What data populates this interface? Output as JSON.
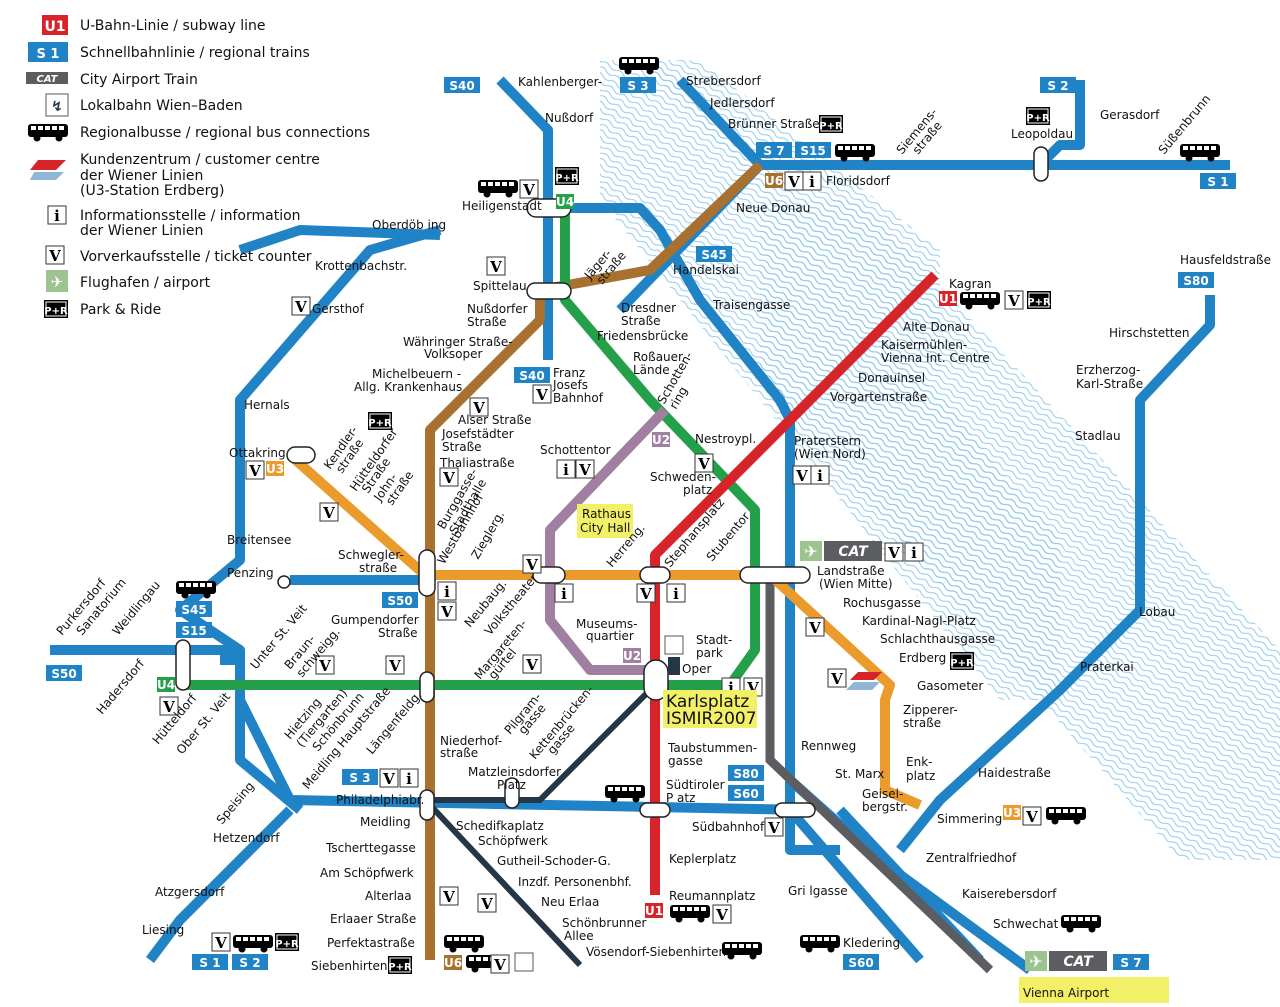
{
  "legend": {
    "items": [
      {
        "icon": "u-bahn-badge",
        "badge": "U1",
        "label": "U-Bahn-Linie / subway line"
      },
      {
        "icon": "s-bahn-badge",
        "badge": "1",
        "label": "Schnellbahnlinie / regional trains"
      },
      {
        "icon": "cat-badge",
        "badge": "CAT",
        "label": "City Airport Train"
      },
      {
        "icon": "lokalbahn-icon",
        "badge": "",
        "label": "Lokalbahn Wien–Baden"
      },
      {
        "icon": "bus-icon",
        "badge": "",
        "label": "Regionalbusse / regional bus connections"
      },
      {
        "icon": "customer-centre-icon",
        "badge": "",
        "label": "Kundenzentrum  / customer centre\nder Wiener Linien\n(U3-Station Erdberg)"
      },
      {
        "icon": "info-icon",
        "badge": "i",
        "label": "Informationsstelle / information\nder Wiener Linien"
      },
      {
        "icon": "ticket-icon",
        "badge": "V",
        "label": "Vorverkaufsstelle / ticket counter"
      },
      {
        "icon": "airport-icon",
        "badge": "",
        "label": "Flughafen / airport"
      },
      {
        "icon": "park-ride-icon",
        "badge": "P+R",
        "label": "Park & Ride"
      }
    ]
  },
  "colors": {
    "s_bahn": "#1f83c6",
    "u1": "#d7232a",
    "u2": "#a07fa0",
    "u3": "#eb9a2c",
    "u4": "#23a049",
    "u6": "#a8712f",
    "wlb": "#253646",
    "cat": "#5b5d60",
    "river": "#7fbfe6",
    "highlight": "#f2f066"
  },
  "lines": {
    "s_badges": [
      "40",
      "3",
      "7",
      "15",
      "2",
      "1",
      "45",
      "40",
      "80",
      "50",
      "45",
      "15",
      "50",
      "3",
      "80",
      "60",
      "1",
      "2",
      "60",
      "7"
    ],
    "u_badges": [
      "U1",
      "U2",
      "U3",
      "U4",
      "U6"
    ]
  },
  "stations": {
    "kahlenbergerdorf": "Kahlenberger-\ndorf",
    "nussdorf": "Nußdorf",
    "heiligenstadt": "Heiligenstadt",
    "oberdoebling": "Oberdöb ing",
    "krottenbachstr": "Krottenbachstr.",
    "gersthof": "Gersthof",
    "hernals": "Hernals",
    "ottakring": "Ottakring",
    "breitensee": "Breitensee",
    "penzing": "Penzing",
    "purkersdorf": "Purkersdorf\nSanatorium",
    "weidlingau": "Weidlingau",
    "hadersdorf": "Hadersdorf",
    "huetteldorf": "Hütteldorf",
    "ober_st_veit": "Ober St. Veit",
    "unter_st_veit": "Unter St. Veit",
    "braunschweigg": "Braun-\nschweigg.",
    "hietzing": "Hietzing\n(Tiergarten)",
    "schoenbrunn": "Schönbrunn",
    "meidling_hauptstr": "Meidling Hauptstraße",
    "laengenfeldg": "Längenfeldg.",
    "speising": "Speising",
    "hetzendorf": "Hetzendorf",
    "atzgersdorf": "Atzgersdorf",
    "liesing": "Liesing",
    "spittelau": "Spittelau",
    "nussdorfer_str": "Nußdorfer\nStraße",
    "waehringer": "Währinger Straße-\nVolksoper",
    "michelbeuern": "Michelbeuern -\nAllg. Krankenhaus",
    "alser": "Alser Straße",
    "josefstaedter": "Josefstädter\nStraße",
    "thalia": "Thaliastraße",
    "burggasse": "Burggasse-\nStadthalle",
    "westbahnhof": "Westbahnhof",
    "gumpendorfer": "Gumpendorfer\nStraße",
    "niederhof": "Niederhof-\nstraße",
    "philadelphia": "Philadelphiabr.",
    "meidling": "Meidling",
    "tscherttegasse": "Tscherttegasse",
    "am_schoepfwerk": "Am Schöpfwerk",
    "alterlaa": "Alterlaa",
    "erlaaer": "Erlaaer Straße",
    "perfekta": "Perfektastraße",
    "siebenhirten": "Siebenhirten",
    "kendler": "Kendler-\nstraße",
    "huetteldorfer_str": "Hütteldorfer\nStraße",
    "johnstr": "John-\nstraße",
    "schwegler": "Schwegler-\nstraße",
    "zieglerg": "Zieglerg.",
    "neubaug": "Neubaug.",
    "volkstheater": "Volkstheater",
    "herreng": "Herreng.",
    "stephansplatz": "Stephansplatz",
    "stubentor": "Stubentor",
    "landstrasse": "Landstraße\n(Wien Mitte)",
    "rochusgasse": "Rochusgasse",
    "kardinal": "Kardinal-Nagl-Platz",
    "schlachthaus": "Schlachthausgasse",
    "erdberg": "Erdberg",
    "gasometer": "Gasometer",
    "zipperer": "Zipperer-\nstraße",
    "enkplatz": "Enk-\nplatz",
    "simmering": "Simmering",
    "jaegerstr": "Jäger-\nstraße",
    "dresdner": "Dresdner\nStraße",
    "friedensbruecke": "Friedensbrücke",
    "rossauer": "Roßauer\nLände",
    "schottenring": "Schotten-\nring",
    "schwedenplatz": "Schweden-\nplatz",
    "schottentor": "Schottentor",
    "rathaus": "Rathaus\nCity Hall",
    "museumsquartier": "Museums-\nquartier",
    "karlsplatz": "Karlsplatz\nISMIR2007",
    "oper": "Oper",
    "stadtpark": "Stadt-\npark",
    "margareten": "Margareten-\ngürtel",
    "pilgram": "Pilgram-\ngasse",
    "kettenbruecken": "Kettenbrücken-\ngasse",
    "taubstummen": "Taubstummen-\ngasse",
    "suedtiroler": "Südtiroler\nP atz",
    "keplerplatz": "Keplerplatz",
    "reumannplatz": "Reumannplatz",
    "matzleinsdorfer": "Matzleinsdorfer\nPlatz",
    "schedifkaplatz": "Schedifkaplatz",
    "schoepfwerk": "Schöpfwerk",
    "gutheil": "Gutheil-Schoder-G.",
    "inzdf": "Inzdf. Personenbhf.",
    "neu_erlaa": "Neu Erlaa",
    "schoenbrunner_allee": "Schönbrunner\nAllee",
    "voesendorf": "Vösendorf-Siebenhirten",
    "strebersdorf": "Strebersdorf",
    "jedlersdorf": "Jedlersdorf",
    "bruenner": "Brünner Straße",
    "floridsdorf": "Floridsdorf",
    "neue_donau": "Neue Donau",
    "handelskai": "Handelskai",
    "traisengasse": "Traisengasse",
    "franz_josefs": "Franz\nJosefs\nBahnhof",
    "siemensstr": "Siemens-\nstraße",
    "leopoldau": "Leopoldau",
    "gerasdorf": "Gerasdorf",
    "suessenbrunn": "Süßenbrunn",
    "kagran": "Kagran",
    "alte_donau": "Alte Donau",
    "kaisermuehlen": "Kaisermühlen-\nVienna Int. Centre",
    "donauinsel": "Donauinsel",
    "vorgarten": "Vorgartenstraße",
    "nestroypl": "Nestroypl.",
    "praterstern": "Praterstern\n(Wien Nord)",
    "hausfeld": "Hausfeldstraße",
    "hirschstetten": "Hirschstetten",
    "erzherzog": "Erzherzog-\nKarl-Straße",
    "stadlau": "Stadlau",
    "lobau": "Lobau",
    "praterkai": "Praterkai",
    "haidestr": "Haidestraße",
    "rennweg": "Rennweg",
    "st_marx": "St. Marx",
    "geiselberg": "Geisel-\nbergstr.",
    "suedbahnhof": "Südbahnhof",
    "gri_lgasse": "Gri lgasse",
    "kledering": "Kledering",
    "zentralfriedhof": "Zentralfriedhof",
    "kaiserebersdorf": "Kaiserebersdorf",
    "schwechat": "Schwechat",
    "vienna_airport": "Vienna Airport"
  }
}
